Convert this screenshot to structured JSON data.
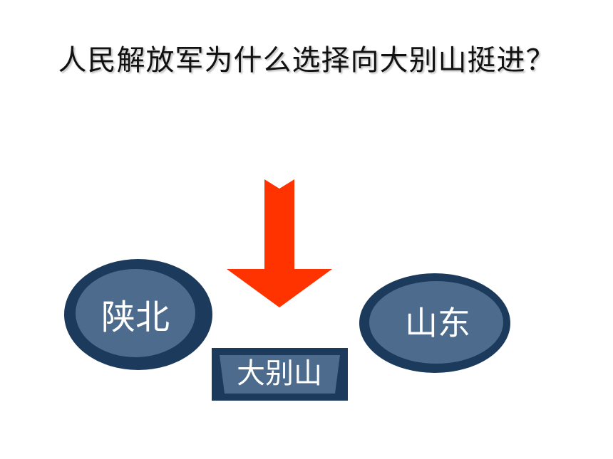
{
  "title": "人民解放军为什么选择向大别山挺进？",
  "nodes": {
    "shaanbei": "陕北",
    "shandong": "山东",
    "dabieshan": "大别山"
  },
  "colors": {
    "arrow": "#ff3300",
    "node_outer": "#1b3a5c",
    "node_inner": "#4d6b8c",
    "text": "#ffffff"
  }
}
